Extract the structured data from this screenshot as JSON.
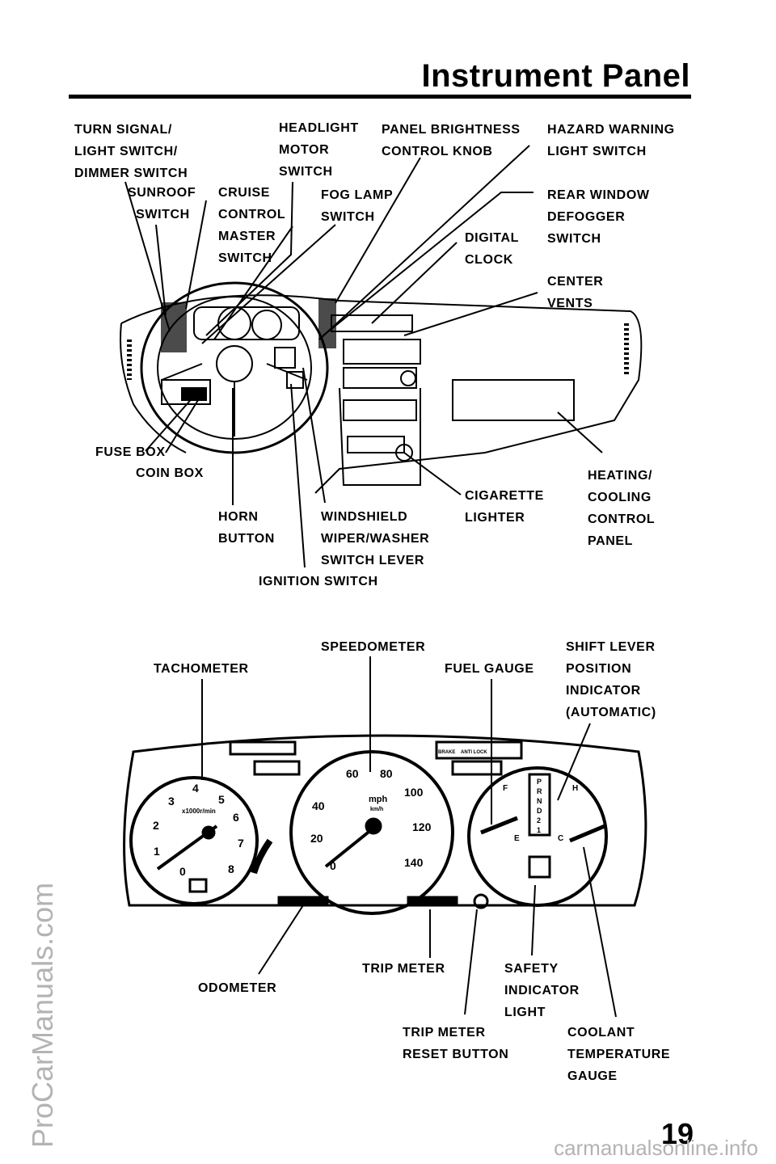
{
  "page_title": "Instrument Panel",
  "page_number": "19",
  "side_watermark": "ProCarManuals.com",
  "footer_watermark": "carmanualsonline.info",
  "dashboard_labels": {
    "turn_signal": "TURN SIGNAL/\nLIGHT SWITCH/\nDIMMER SWITCH",
    "sunroof": "SUNROOF\n  SWITCH",
    "headlight_motor": "HEADLIGHT\nMOTOR\nSWITCH",
    "cruise_control": "CRUISE\nCONTROL\nMASTER\nSWITCH",
    "panel_brightness": "PANEL BRIGHTNESS\nCONTROL KNOB",
    "fog_lamp": "FOG LAMP\nSWITCH",
    "hazard_warning": "HAZARD WARNING\nLIGHT SWITCH",
    "rear_window": "REAR WINDOW\nDEFOGGER\nSWITCH",
    "digital_clock": "DIGITAL\nCLOCK",
    "center_vents": "CENTER\nVENTS",
    "fuse_box": "FUSE BOX",
    "coin_box": "COIN BOX",
    "horn_button": "HORN\nBUTTON",
    "windshield_wiper": "WINDSHIELD\nWIPER/WASHER\nSWITCH LEVER",
    "ignition_switch": "IGNITION SWITCH",
    "cigarette_lighter": "CIGARETTE\nLIGHTER",
    "heating_cooling": "HEATING/\nCOOLING\nCONTROL\nPANEL"
  },
  "cluster_labels": {
    "tachometer": "TACHOMETER",
    "speedometer": "SPEEDOMETER",
    "fuel_gauge": "FUEL GAUGE",
    "shift_lever": "SHIFT LEVER\nPOSITION\nINDICATOR\n(AUTOMATIC)",
    "odometer": "ODOMETER",
    "trip_meter": "TRIP METER",
    "trip_reset": "TRIP METER\nRESET BUTTON",
    "safety_indicator": "SAFETY\nINDICATOR\nLIGHT",
    "coolant_temp": "COOLANT\nTEMPERATURE\nGAUGE"
  },
  "gauges": {
    "tach_numbers": [
      "0",
      "1",
      "2",
      "3",
      "4",
      "5",
      "6",
      "7",
      "8"
    ],
    "tach_unit": "x1000r/min",
    "speed_numbers": [
      "0",
      "20",
      "40",
      "60",
      "80",
      "100",
      "120",
      "140"
    ],
    "speed_unit": "mph",
    "speed_unit_metric": "km/h",
    "fuel_f": "F",
    "fuel_e": "E",
    "temp_h": "H",
    "temp_c": "C",
    "gear_letters": [
      "P",
      "R",
      "N",
      "D",
      "2",
      "1"
    ],
    "brake_text": "BRAKE",
    "anti_lock_text": "ANTI LOCK"
  }
}
